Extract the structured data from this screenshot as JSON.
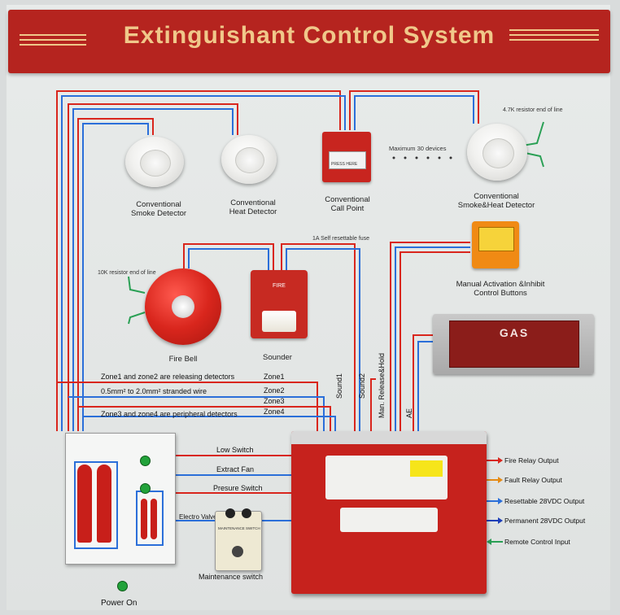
{
  "title": "Extinguishant Control System",
  "devices": {
    "smoke_detector": "Conventional\nSmoke Detector",
    "heat_detector": "Conventional\nHeat Detector",
    "call_point": "Conventional\nCall Point",
    "call_point_glass": "PRESS HERE",
    "combo_detector": "Conventional\nSmoke&Heat Detector",
    "max_devices": "Maximum 30 devices",
    "resistor_top": "4.7K resistor end of line",
    "manual_buttons": "Manual Activation &Inhibit\nControl Buttons",
    "fuse": "1A Self resettable fuse",
    "resistor_bell": "10K resistor end of line",
    "fire_bell": "Fire Bell",
    "sounder": "Sounder",
    "sounder_face": "FIRE",
    "gas_sign": "GAS"
  },
  "wiring": {
    "zone_note1": "Zone1 and zone2 are releasing detectors",
    "zone_note2": "0.5mm² to 2.0mm² stranded wire",
    "zone_note3": "Zone3 and zone4 are peripheral detectors",
    "zone1": "Zone1",
    "zone2": "Zone2",
    "zone3": "Zone3",
    "zone4": "Zone4",
    "sound1": "Sound1",
    "sound2": "Sound2",
    "man_release": "Man. Release&Hold",
    "ae": "AE",
    "low_switch": "Low Switch",
    "extract_fan": "Extract Fan",
    "pressure_switch": "Presure Switch",
    "electro_valve": "Electro Valve",
    "maintenance_switch": "Maintenance switch",
    "maint_face": "MAINTENANCE SWITCH",
    "power_on": "Power On"
  },
  "outputs": [
    {
      "label": "Fire Relay Output",
      "color": "#d9261d"
    },
    {
      "label": "Fault Relay Output",
      "color": "#e58a14"
    },
    {
      "label": "Resettable 28VDC Output",
      "color": "#2b6fd9"
    },
    {
      "label": "Permanent 28VDC  Output",
      "color": "#1d3fb8"
    },
    {
      "label": "Remote Control Input",
      "color": "#2aa055"
    }
  ]
}
